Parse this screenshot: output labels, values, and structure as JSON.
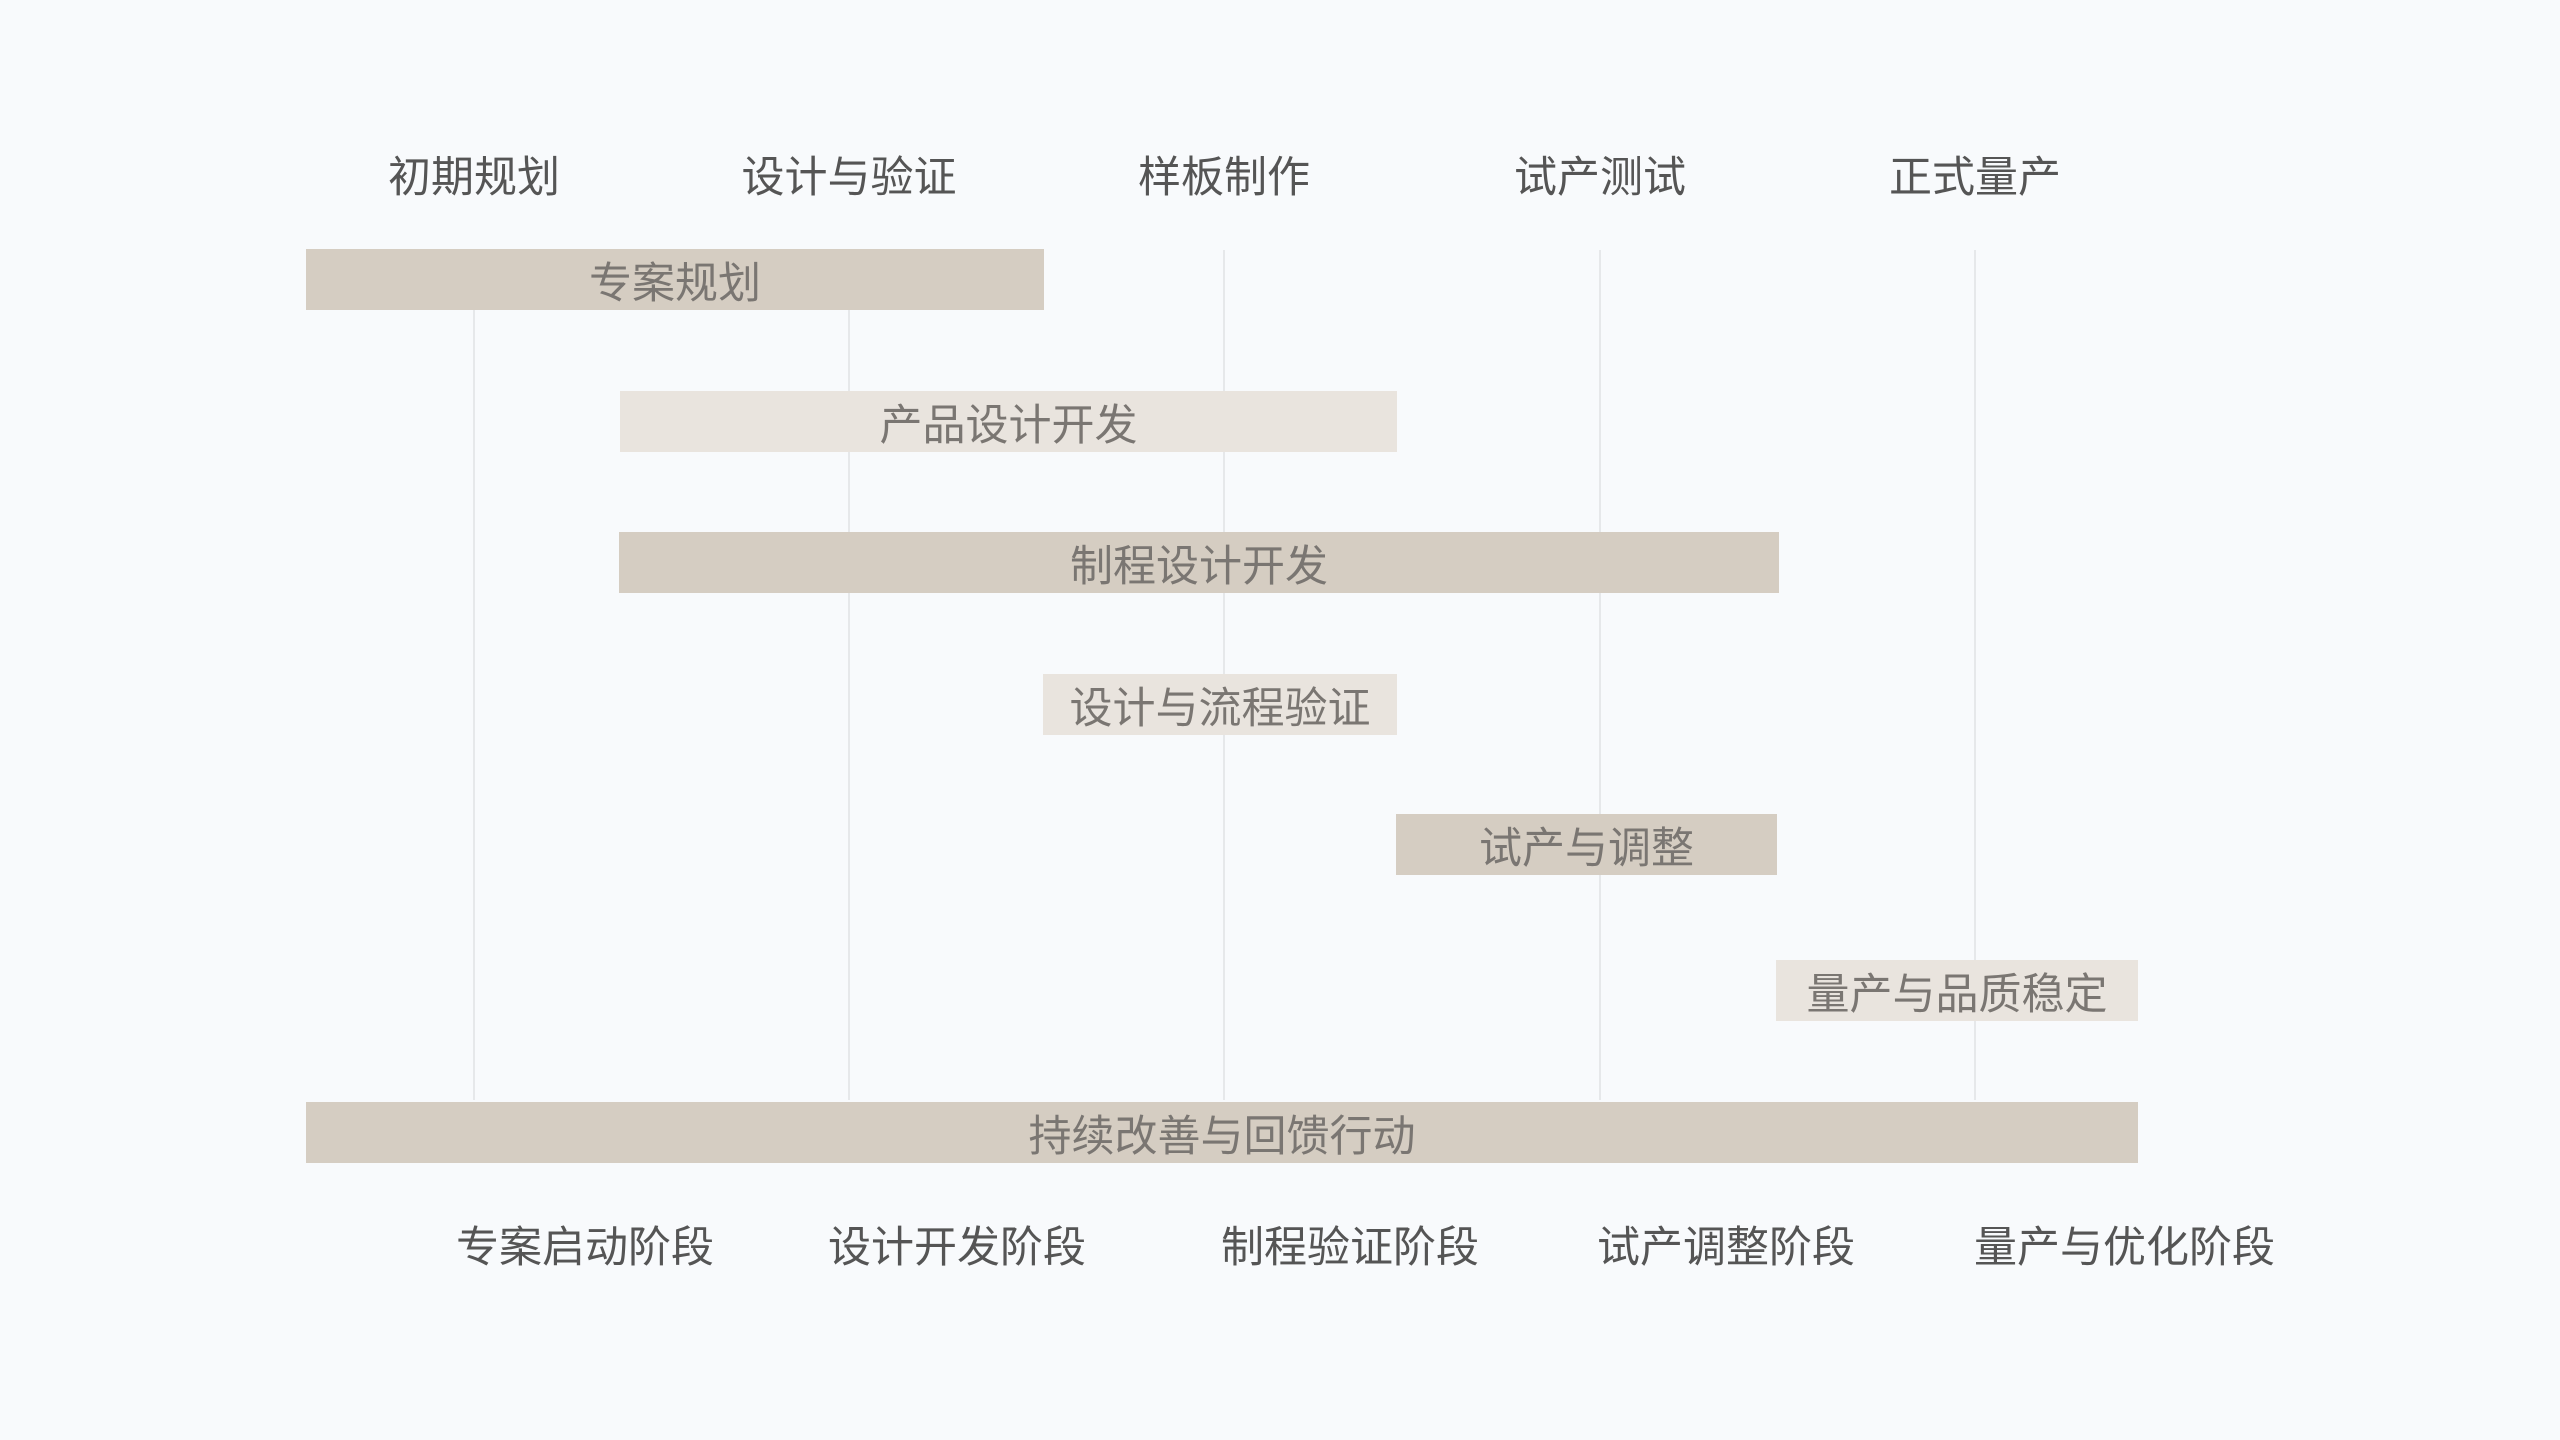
{
  "top_labels": [
    "初期规划",
    "设计与验证",
    "样板制作",
    "试产测试",
    "正式量产"
  ],
  "bars": [
    {
      "label": "专案规划",
      "tone": "dark"
    },
    {
      "label": "产品设计开发",
      "tone": "light"
    },
    {
      "label": "制程设计开发",
      "tone": "dark"
    },
    {
      "label": "设计与流程验证",
      "tone": "light"
    },
    {
      "label": "试产与调整",
      "tone": "dark"
    },
    {
      "label": "量产与品质稳定",
      "tone": "light"
    },
    {
      "label": "持续改善与回馈行动",
      "tone": "dark"
    }
  ],
  "bottom_labels": [
    "专案启动阶段",
    "设计开发阶段",
    "制程验证阶段",
    "试产调整阶段",
    "量产与优化阶段"
  ],
  "colors": {
    "background": "#f8fafc",
    "bar_dark": "#d5cdc2",
    "bar_light": "#e9e4de",
    "text": "#555555",
    "bar_text": "#7a7672",
    "gridline": "#e6e8ea"
  }
}
